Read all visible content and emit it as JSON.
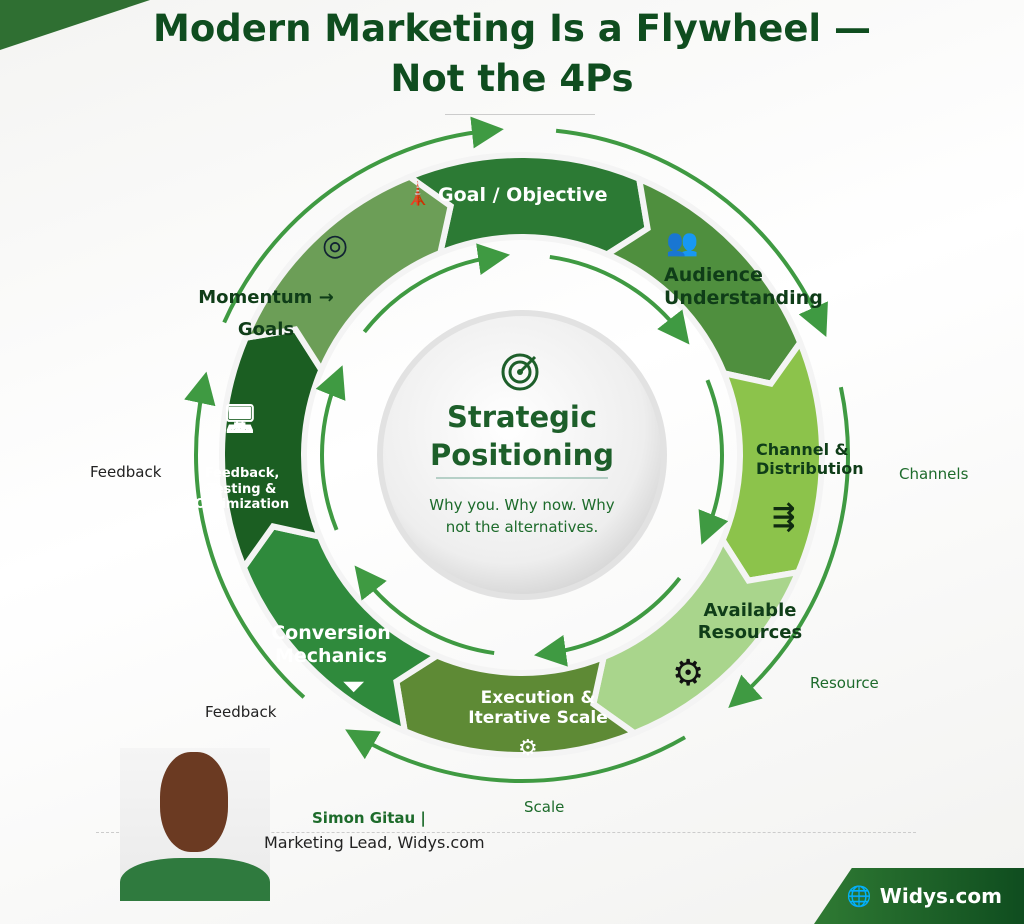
{
  "title": {
    "line1": "Modern Marketing Is a Flywheel —",
    "line2": "Not the 4Ps"
  },
  "center": {
    "title_line1": "Strategic",
    "title_line2": "Positioning",
    "subtitle_line1": "Why you. Why now. Why",
    "subtitle_line2": "not the alternatives.",
    "icon": "target-icon"
  },
  "segments": [
    {
      "label": "Goal / Objective",
      "color": "#2c7a34",
      "icon": "lighthouse-icon"
    },
    {
      "label": "Audience Understanding",
      "color": "#4f8f3e",
      "icon": "people-icon"
    },
    {
      "label": "Channel & Distribution",
      "color": "#8cc34b",
      "icon": "distribution-arrows-icon"
    },
    {
      "label": "Available Resources",
      "color": "#a9d58c",
      "icon": "gears-icon"
    },
    {
      "label": "Execution & Iterative Scale",
      "color": "#5e8a35",
      "icon": "gears-icon"
    },
    {
      "label": "Conversion Mechanics",
      "color": "#2f8a3c",
      "icon": "funnel-icon"
    },
    {
      "label": "Feedback, Testing & Optimization",
      "color": "#1b5e22",
      "icon": "monitor-chart-icon"
    },
    {
      "label": "Momentum → Goals",
      "color": "#6c9e57",
      "icon": "target-icon"
    }
  ],
  "outer_labels": {
    "feedback_left": "Feedback",
    "channels": "Channels",
    "resource": "Resource",
    "scale": "Scale",
    "feedback_bottom": "Feedback"
  },
  "author": {
    "name": "Simon Gitau |",
    "role": "Marketing Lead, Widys.com"
  },
  "brand": {
    "label": "Widys.com",
    "icon": "globe-icon"
  },
  "colors": {
    "primary": "#0f4d1f",
    "arrow": "#3f9a42"
  }
}
